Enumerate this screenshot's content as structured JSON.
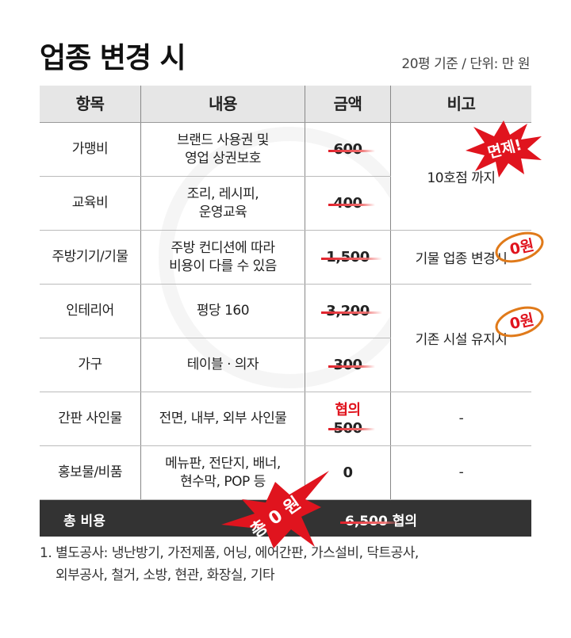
{
  "title": "업종 변경 시",
  "unit": "20평 기준 / 단위: 만 원",
  "headers": [
    "항목",
    "내용",
    "금액",
    "비고"
  ],
  "rows": [
    {
      "item": "가맹비",
      "content": [
        "브랜드 사용권 및",
        "영업 상권보호"
      ],
      "amount": "600"
    },
    {
      "item": "교육비",
      "content": [
        "조리, 레시피,",
        "운영교육"
      ],
      "amount": "400"
    },
    {
      "item": "주방기기/기물",
      "content": [
        "주방 컨디션에 따라",
        "비용이 다를 수 있음"
      ],
      "amount": "1,500"
    },
    {
      "item": "인테리어",
      "content": [
        "평당 160"
      ],
      "amount": "3,200"
    },
    {
      "item": "가구",
      "content": [
        "테이블 · 의자"
      ],
      "amount": "300"
    },
    {
      "item": "간판 사인물",
      "content": [
        "전면, 내부, 외부 사인물"
      ],
      "amount_note": "협의",
      "amount": "500",
      "remark": "-"
    },
    {
      "item": "홍보물/비품",
      "content": [
        "메뉴판, 전단지, 배너,",
        "현수막, POP 등"
      ],
      "amount": "0",
      "remark": "-"
    }
  ],
  "remarks": {
    "r1": "10호점 까지",
    "r2": "기물 업종 변경시",
    "r3": "기존 시설 유지시"
  },
  "badges": {
    "free": "면제!",
    "zero1": "0원",
    "zero2": "0원",
    "total": "총 0 원"
  },
  "total": {
    "label": "총 비용",
    "value": "6,500",
    "suffix": "협의"
  },
  "notes": [
    "1. 별도공사: 냉난방기, 가전제품, 어닝, 에어간판, 가스설비, 닥트공사,",
    "외부공사, 철거, 소방, 현관, 화장실, 기타"
  ],
  "colors": {
    "accent": "#e0141e",
    "dark": "#333333",
    "header": "#e6e6e6"
  }
}
